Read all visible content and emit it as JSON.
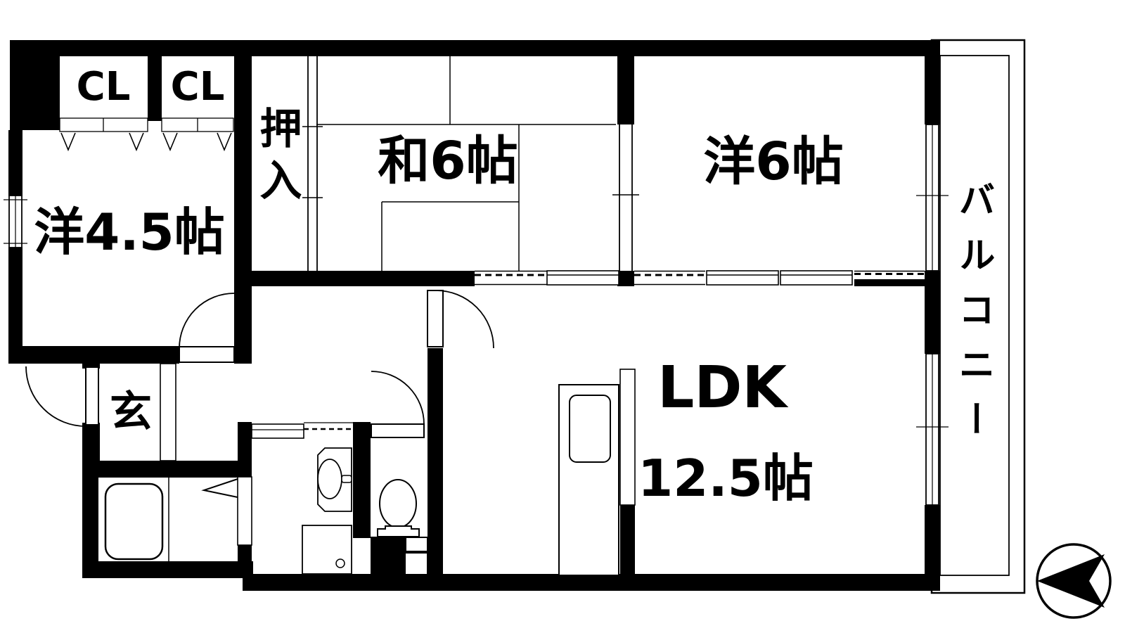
{
  "colors": {
    "line": "#000000",
    "background": "#ffffff"
  },
  "rooms": {
    "western_4_5": {
      "label": "洋4.5帖"
    },
    "japanese_6": {
      "label": "和6帖"
    },
    "western_6": {
      "label": "洋6帖"
    },
    "ldk": {
      "label": "LDK",
      "size": "12.5帖"
    },
    "entrance": {
      "label": "玄"
    },
    "oshiire": {
      "label": "押入"
    },
    "balcony": {
      "label": "バルコニー"
    },
    "closet_left": {
      "label": "CL"
    },
    "closet_right": {
      "label": "CL"
    }
  }
}
